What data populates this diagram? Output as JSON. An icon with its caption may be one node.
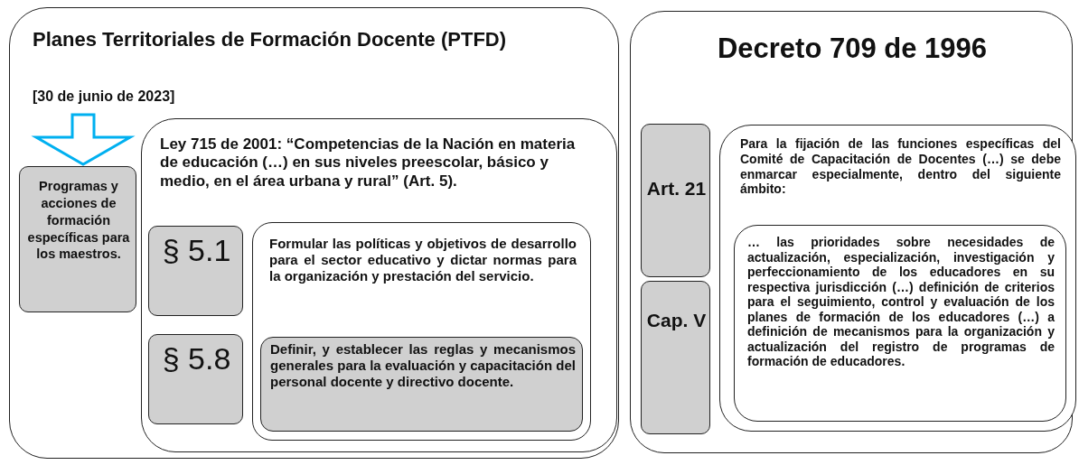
{
  "diagram": {
    "nodes": [
      {
        "text": [
          "Planes Territoriales de Formación Docente (PTFD)",
          "[30 de junio de 2023]"
        ]
      },
      {
        "text": [
          "Programas y acciones de formación específicas para los maestros."
        ],
        "in": 0
      },
      {
        "text": [
          "Ley 715 de 2001: “Competencias de la Nación en materia de educación (…)  en sus niveles preescolar, básico y medio, en el área urbana y rural” (Art. 5)."
        ],
        "in": 0
      },
      {
        "text": [
          "§ 5.1"
        ],
        "in": 2
      },
      {
        "text": [
          "§ 5.8"
        ],
        "in": 2
      },
      {
        "text": [
          "Formular las políticas y objetivos de desarrollo para el sector educativo y dictar normas para la organización y prestación del servicio."
        ],
        "in": 2
      },
      {
        "text": [
          "Definir, y establecer las reglas y mecanismos generales para la evaluación y capacitación del personal docente y directivo docente."
        ],
        "in": 5
      },
      {
        "text": [
          "Decreto 709 de 1996"
        ]
      },
      {
        "text": [
          "Art. 21"
        ],
        "in": 7
      },
      {
        "text": [
          "Cap. V"
        ],
        "in": 7
      },
      {
        "text": [
          "Para la fijación de las funciones específicas del Comité de Capacitación de Docentes (…) se debe enmarcar especialmente, dentro del siguiente ámbito:"
        ],
        "in": 7
      },
      {
        "text": [
          "…  las prioridades sobre necesidades de actualización, especialización, investigación y perfeccionamiento de los educadores en su respectiva jurisdicción (…)  definición de criterios para el seguimiento, control y evaluación de los planes de formación de los educadores (…) a definición de mecanismos para la organización y actualización del registro de programas de formación de educadores."
        ],
        "in": 10
      }
    ],
    "edges": [
      {
        "from": null,
        "to": 1,
        "arrow": "to",
        "style": "thick"
      }
    ]
  }
}
